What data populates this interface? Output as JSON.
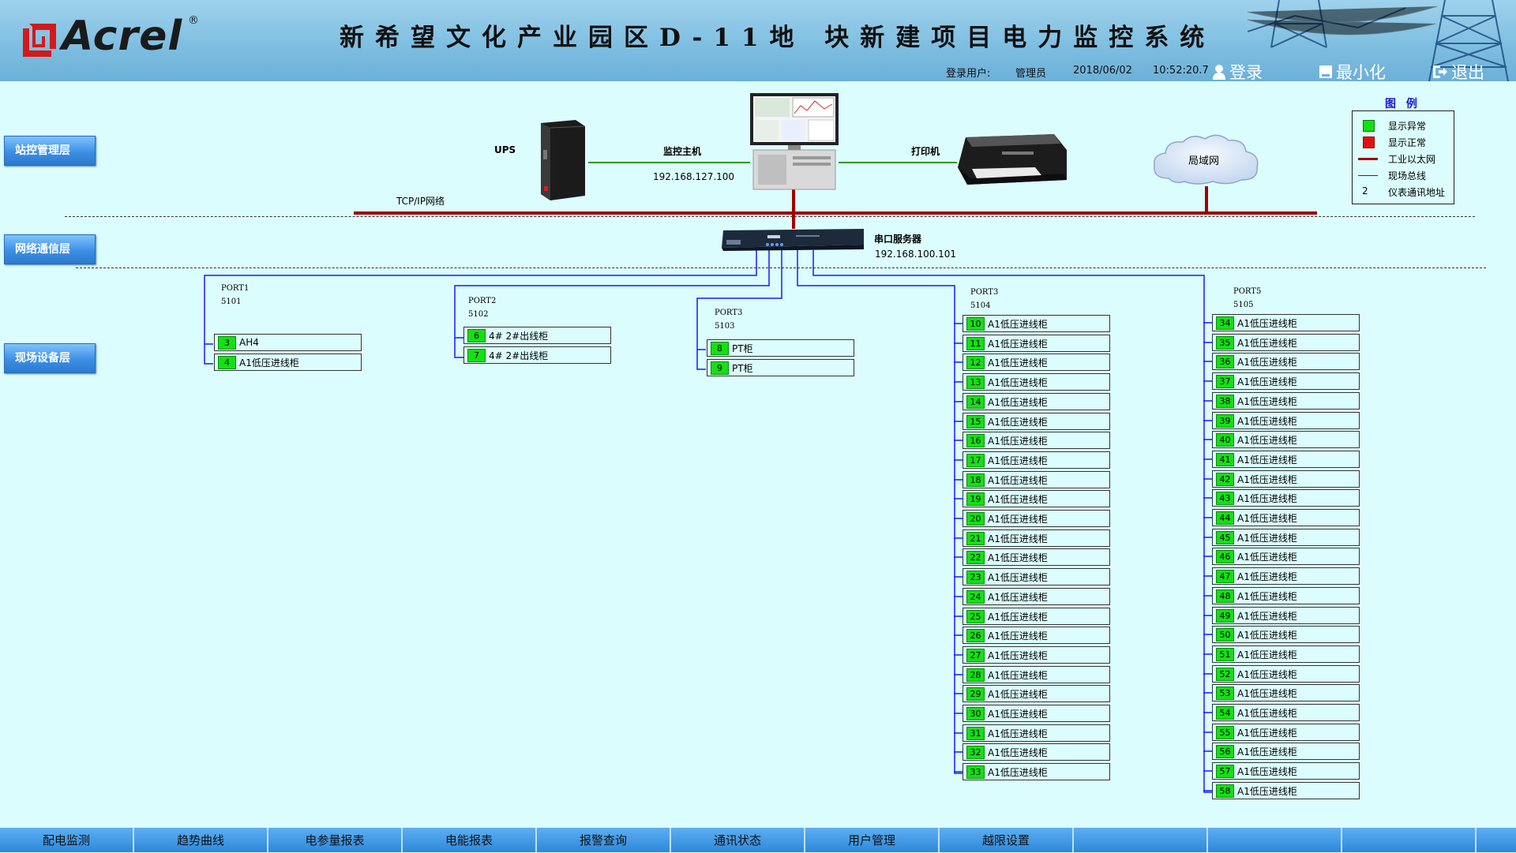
{
  "header": {
    "logo_text": "Acrel",
    "logo_reg": "®",
    "title": "新希望文化产业园区D-11地 块新建项目电力监控系统",
    "user_label": "登录用户:",
    "user_name": "管理员",
    "date": "2018/06/02",
    "time": "10:52:20.7",
    "login": "登录",
    "minimize": "最小化",
    "logout": "退出"
  },
  "layers": {
    "station": "站控管理层",
    "network": "网络通信层",
    "field": "现场设备层"
  },
  "topology": {
    "ups": "UPS",
    "host": "监控主机",
    "host_ip": "192.168.127.100",
    "printer": "打印机",
    "lan": "局域网",
    "tcpip": "TCP/IP网络",
    "serial_server": "串口服务器",
    "serial_ip": "192.168.100.101"
  },
  "legend": {
    "title": "图 例",
    "abnormal": "显示异常",
    "normal": "显示正常",
    "ethernet": "工业以太网",
    "fieldbus": "现场总线",
    "addr_sample": "2",
    "addr": "仪表通讯地址"
  },
  "colors": {
    "green": "#14e014",
    "red": "#e01010",
    "ethernet": "#a00000",
    "fieldbus": "#1a1aff"
  },
  "ports": [
    {
      "name": "PORT1",
      "num": "5101",
      "devices": [
        {
          "id": "3",
          "name": "AH4"
        },
        {
          "id": "4",
          "name": "A1低压进线柜"
        }
      ]
    },
    {
      "name": "PORT2",
      "num": "5102",
      "devices": [
        {
          "id": "6",
          "name": "4# 2#出线柜"
        },
        {
          "id": "7",
          "name": "4# 2#出线柜"
        }
      ]
    },
    {
      "name": "PORT3",
      "num": "5103",
      "devices": [
        {
          "id": "8",
          "name": "PT柜"
        },
        {
          "id": "9",
          "name": "PT柜"
        }
      ]
    },
    {
      "name": "PORT3",
      "num": "5104",
      "devices": [
        {
          "id": "10",
          "name": "A1低压进线柜"
        },
        {
          "id": "11",
          "name": "A1低压进线柜"
        },
        {
          "id": "12",
          "name": "A1低压进线柜"
        },
        {
          "id": "13",
          "name": "A1低压进线柜"
        },
        {
          "id": "14",
          "name": "A1低压进线柜"
        },
        {
          "id": "15",
          "name": "A1低压进线柜"
        },
        {
          "id": "16",
          "name": "A1低压进线柜"
        },
        {
          "id": "17",
          "name": "A1低压进线柜"
        },
        {
          "id": "18",
          "name": "A1低压进线柜"
        },
        {
          "id": "19",
          "name": "A1低压进线柜"
        },
        {
          "id": "20",
          "name": "A1低压进线柜"
        },
        {
          "id": "21",
          "name": "A1低压进线柜"
        },
        {
          "id": "22",
          "name": "A1低压进线柜"
        },
        {
          "id": "23",
          "name": "A1低压进线柜"
        },
        {
          "id": "24",
          "name": "A1低压进线柜"
        },
        {
          "id": "25",
          "name": "A1低压进线柜"
        },
        {
          "id": "26",
          "name": "A1低压进线柜"
        },
        {
          "id": "27",
          "name": "A1低压进线柜"
        },
        {
          "id": "28",
          "name": "A1低压进线柜"
        },
        {
          "id": "29",
          "name": "A1低压进线柜"
        },
        {
          "id": "30",
          "name": "A1低压进线柜"
        },
        {
          "id": "31",
          "name": "A1低压进线柜"
        },
        {
          "id": "32",
          "name": "A1低压进线柜"
        },
        {
          "id": "33",
          "name": "A1低压进线柜"
        }
      ]
    },
    {
      "name": "PORT5",
      "num": "5105",
      "devices": [
        {
          "id": "34",
          "name": "A1低压进线柜"
        },
        {
          "id": "35",
          "name": "A1低压进线柜"
        },
        {
          "id": "36",
          "name": "A1低压进线柜"
        },
        {
          "id": "37",
          "name": "A1低压进线柜"
        },
        {
          "id": "38",
          "name": "A1低压进线柜"
        },
        {
          "id": "39",
          "name": "A1低压进线柜"
        },
        {
          "id": "40",
          "name": "A1低压进线柜"
        },
        {
          "id": "41",
          "name": "A1低压进线柜"
        },
        {
          "id": "42",
          "name": "A1低压进线柜"
        },
        {
          "id": "43",
          "name": "A1低压进线柜"
        },
        {
          "id": "44",
          "name": "A1低压进线柜"
        },
        {
          "id": "45",
          "name": "A1低压进线柜"
        },
        {
          "id": "46",
          "name": "A1低压进线柜"
        },
        {
          "id": "47",
          "name": "A1低压进线柜"
        },
        {
          "id": "48",
          "name": "A1低压进线柜"
        },
        {
          "id": "49",
          "name": "A1低压进线柜"
        },
        {
          "id": "50",
          "name": "A1低压进线柜"
        },
        {
          "id": "51",
          "name": "A1低压进线柜"
        },
        {
          "id": "52",
          "name": "A1低压进线柜"
        },
        {
          "id": "53",
          "name": "A1低压进线柜"
        },
        {
          "id": "54",
          "name": "A1低压进线柜"
        },
        {
          "id": "55",
          "name": "A1低压进线柜"
        },
        {
          "id": "56",
          "name": "A1低压进线柜"
        },
        {
          "id": "57",
          "name": "A1低压进线柜"
        },
        {
          "id": "58",
          "name": "A1低压进线柜"
        }
      ]
    }
  ],
  "nav": [
    "配电监测",
    "趋势曲线",
    "电参量报表",
    "电能报表",
    "报警查询",
    "通讯状态",
    "用户管理",
    "越限设置",
    "",
    "",
    "",
    ""
  ]
}
